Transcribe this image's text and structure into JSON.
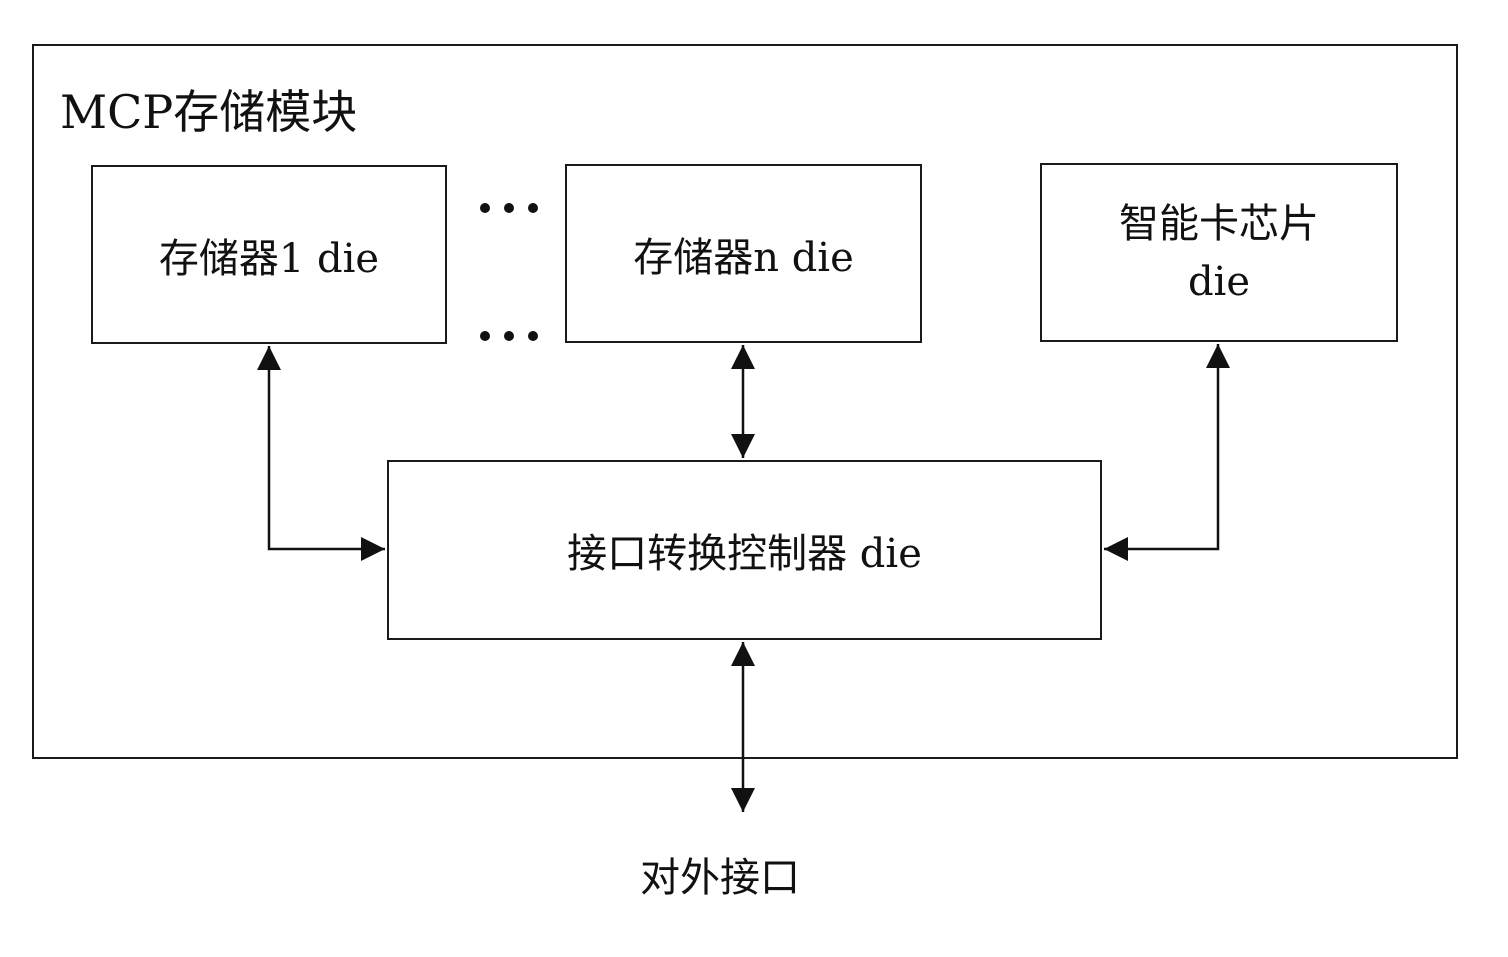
{
  "diagram": {
    "module_title": "MCP存储模块",
    "memory1_label": "存储器1 die",
    "memoryn_label": "存储器n die",
    "smartcard_line1": "智能卡芯片",
    "smartcard_line2": "die",
    "controller_label": "接口转换控制器 die",
    "external_label": "对外接口"
  }
}
